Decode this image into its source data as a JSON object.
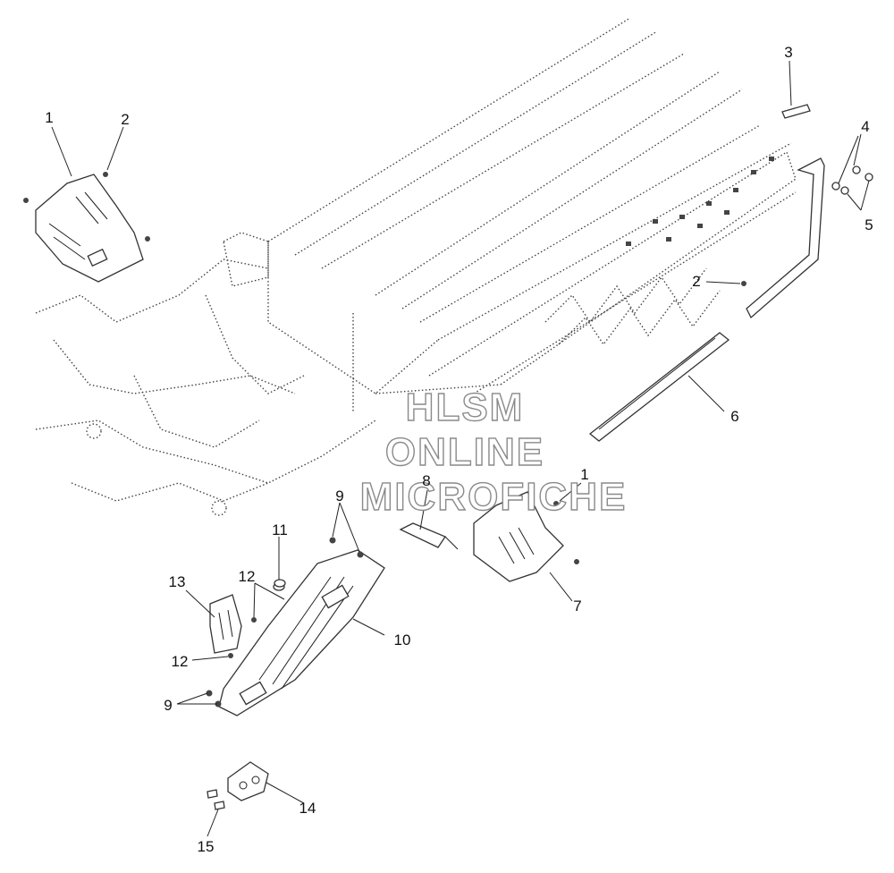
{
  "watermark": {
    "line1": "HLSM",
    "line2": "ONLINE",
    "line3": "MICROFICHE"
  },
  "callouts": {
    "c1a": "1",
    "c2a": "2",
    "c3": "3",
    "c4": "4",
    "c5": "5",
    "c2b": "2",
    "c6": "6",
    "c8": "8",
    "c1b": "1",
    "c9a": "9",
    "c11": "11",
    "c12a": "12",
    "c13": "13",
    "c10": "10",
    "c7": "7",
    "c12b": "12",
    "c9b": "9",
    "c14": "14",
    "c15": "15"
  }
}
